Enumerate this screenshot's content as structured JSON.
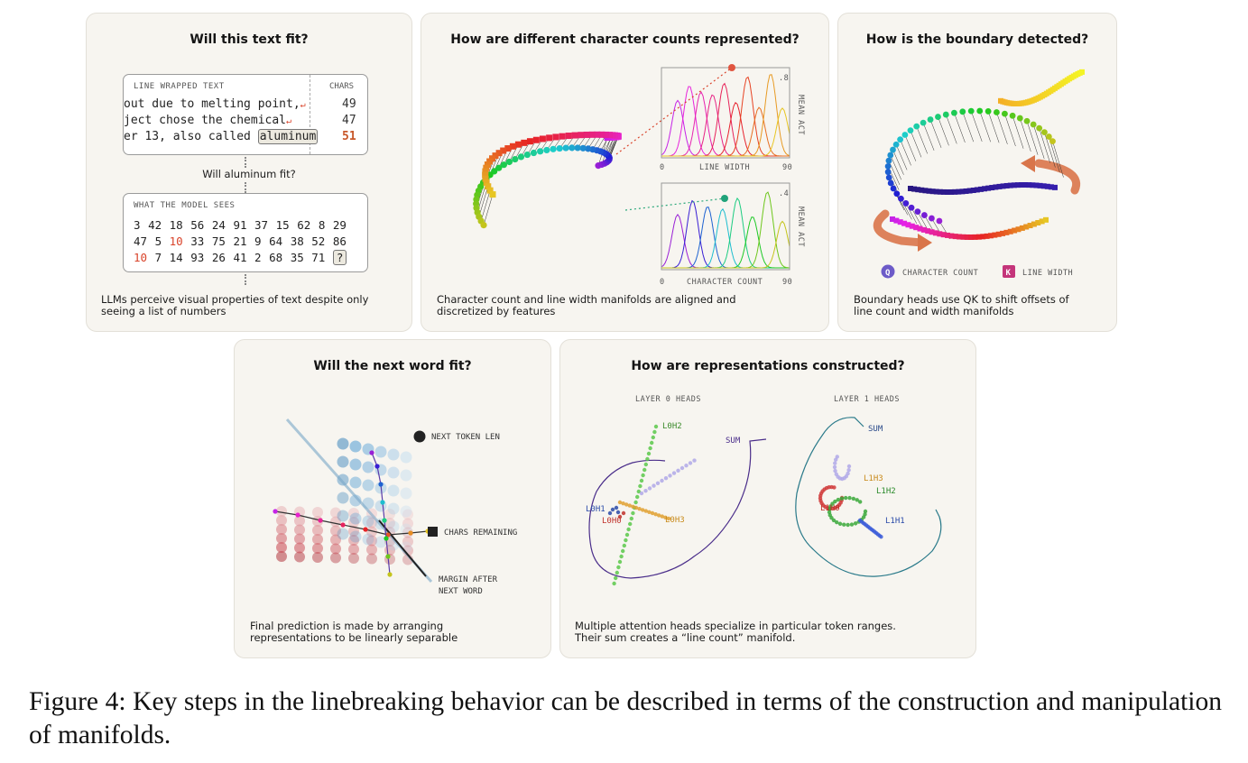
{
  "panel1": {
    "title": "Will this text fit?",
    "box1": {
      "header": "LINE WRAPPED TEXT",
      "chars_header": "CHARS",
      "lines": [
        {
          "text": "out due to melting point,",
          "count": "49"
        },
        {
          "text": "ject chose the chemical",
          "count": "47"
        },
        {
          "text": "er 13, also called ",
          "highlight": "aluminum",
          "count": "51"
        }
      ]
    },
    "question": "Will aluminum fit?",
    "box2": {
      "header": "WHAT THE MODEL SEES",
      "rows": [
        [
          "3",
          "42",
          "18",
          "56",
          "24",
          "91",
          "37",
          "15",
          "62",
          "8",
          "29"
        ],
        [
          "47",
          "5",
          "10",
          "33",
          "75",
          "21",
          "9",
          "64",
          "38",
          "52",
          "86"
        ],
        [
          "10",
          "7",
          "14",
          "93",
          "26",
          "41",
          "2",
          "68",
          "35",
          "71",
          "?"
        ]
      ]
    },
    "caption": "LLMs perceive visual properties of text despite only seeing a list of numbers"
  },
  "panel2": {
    "title": "How are different character counts represented?",
    "top_chart": {
      "xlabel": "LINE WIDTH",
      "xmin": "0",
      "xmax": "90",
      "ytick": ".8",
      "ylabel": "MEAN ACT"
    },
    "bottom_chart": {
      "xlabel": "CHARACTER COUNT",
      "xmin": "0",
      "xmax": "90",
      "ytick": ".4",
      "ylabel": "MEAN ACT"
    },
    "caption": "Character count and line width manifolds are aligned and discretized by features"
  },
  "panel3": {
    "title": "How is the boundary detected?",
    "legend": [
      {
        "badge": "Q",
        "label": "CHARACTER COUNT"
      },
      {
        "badge": "K",
        "label": "LINE WIDTH"
      }
    ],
    "caption": "Boundary heads use QK to shift offsets of line count and width manifolds"
  },
  "panel4": {
    "title": "Will the next word fit?",
    "labels": {
      "next_token": "NEXT TOKEN LEN",
      "chars_remaining": "CHARS REMAINING",
      "margin_1": "MARGIN AFTER",
      "margin_2": "NEXT WORD"
    },
    "caption": "Final prediction is made by arranging representations to be linearly separable"
  },
  "panel5": {
    "title": "How are representations constructed?",
    "layer0": {
      "heading": "LAYER 0 HEADS",
      "sum": "SUM",
      "heads": [
        "L0H2",
        "L0H1",
        "L0H0",
        "L0H3"
      ]
    },
    "layer1": {
      "heading": "LAYER 1 HEADS",
      "sum": "SUM",
      "heads": [
        "L1H3",
        "L1H2",
        "L1H0",
        "L1H1"
      ]
    },
    "caption": "Multiple attention heads specialize in particular token ranges. Their sum creates a “line count” manifold."
  },
  "figure_caption": "Figure 4: Key steps in the linebreaking behavior can be described in terms of the construction and manipulation of manifolds.",
  "colors": {
    "panel_bg": "#f7f5f0",
    "accent_orange": "#c8582a",
    "highlight_red": "#d9432a"
  }
}
